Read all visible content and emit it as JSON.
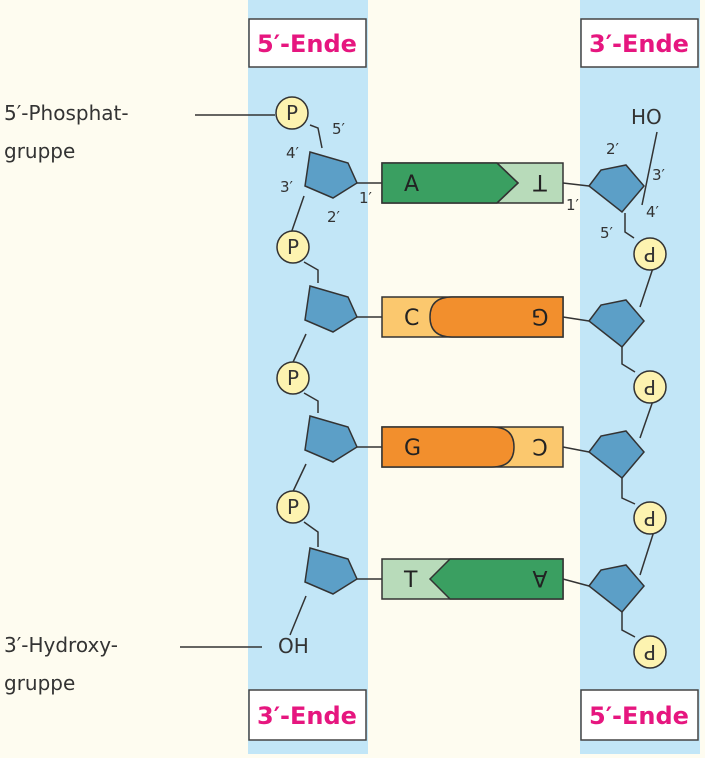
{
  "ends": {
    "top_left": "5′-Ende",
    "top_right": "3′-Ende",
    "bottom_left": "3′-Ende",
    "bottom_right": "5′-Ende"
  },
  "labels": {
    "phosphate_line1": "5′-Phosphat-",
    "phosphate_line2": "gruppe",
    "hydroxy_line1": "3′-Hydroxy-",
    "hydroxy_line2": "gruppe",
    "oh_left": "OH",
    "ho_right": "HO"
  },
  "phosphate": "P",
  "carbon_labels": {
    "left": [
      "5′",
      "4′",
      "3′",
      "2′",
      "1′"
    ],
    "right": [
      "2′",
      "3′",
      "4′",
      "5′",
      "1′"
    ]
  },
  "base_pairs": [
    {
      "left": "A",
      "right": "T"
    },
    {
      "left": "C",
      "right": "G"
    },
    {
      "left": "G",
      "right": "C"
    },
    {
      "left": "T",
      "right": "A"
    }
  ],
  "colors": {
    "strand_bg": "#c2e6f7",
    "sugar": "#5c9fc7",
    "phosphate": "#fdf3b0",
    "adenine": "#3a9f61",
    "thymine": "#b8dbba",
    "cytosine": "#fbc86e",
    "guanine": "#f28f2d",
    "end_label": "#e6167f"
  }
}
